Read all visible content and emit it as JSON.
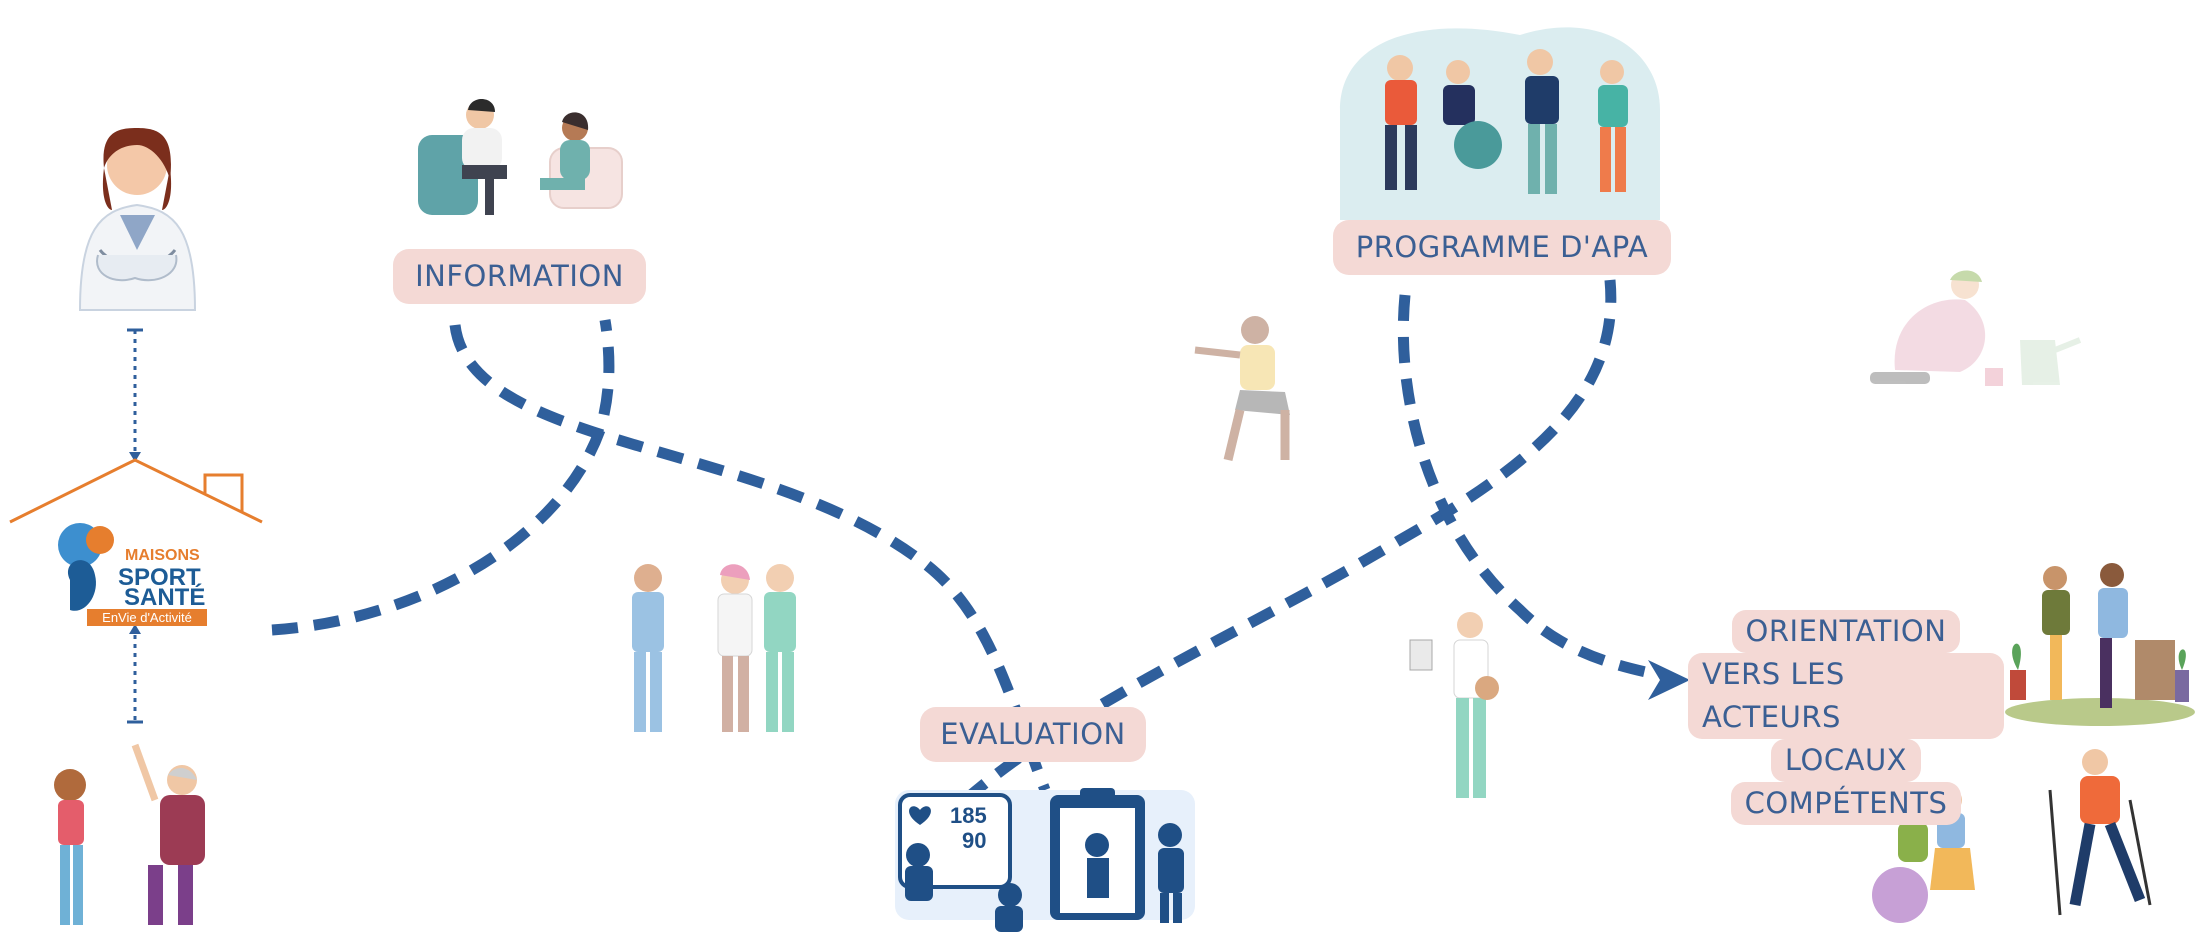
{
  "nodes": {
    "information": "INFORMATION",
    "programme": "PROGRAMME D'APA",
    "evaluation": "EVALUATION",
    "orientation_lines": [
      "ORIENTATION",
      "VERS LES ACTEURS",
      "LOCAUX",
      "COMPÉTENTS"
    ]
  },
  "logo": {
    "line1": "MAISONS",
    "line2": "SPORT",
    "line3": "SANTÉ",
    "tagline": "EnVie d'Activité"
  },
  "monitor": {
    "systolic": "185",
    "diastolic": "90"
  },
  "colors": {
    "path": "#2f5f9c",
    "pill_bg": "#f4d9d5",
    "pill_text": "#3b5f93",
    "accent_orange": "#e67e2e"
  },
  "icons": [
    "doctor-icon",
    "house-icon",
    "family-icon",
    "conversation-icon",
    "squat-woman-icon",
    "seniors-exercise-icon",
    "gardener-icon",
    "health-team-icon",
    "coach-icon",
    "blood-pressure-monitor-icon",
    "clipboard-icon",
    "seniors-walking-icon",
    "nordic-walker-icon"
  ]
}
